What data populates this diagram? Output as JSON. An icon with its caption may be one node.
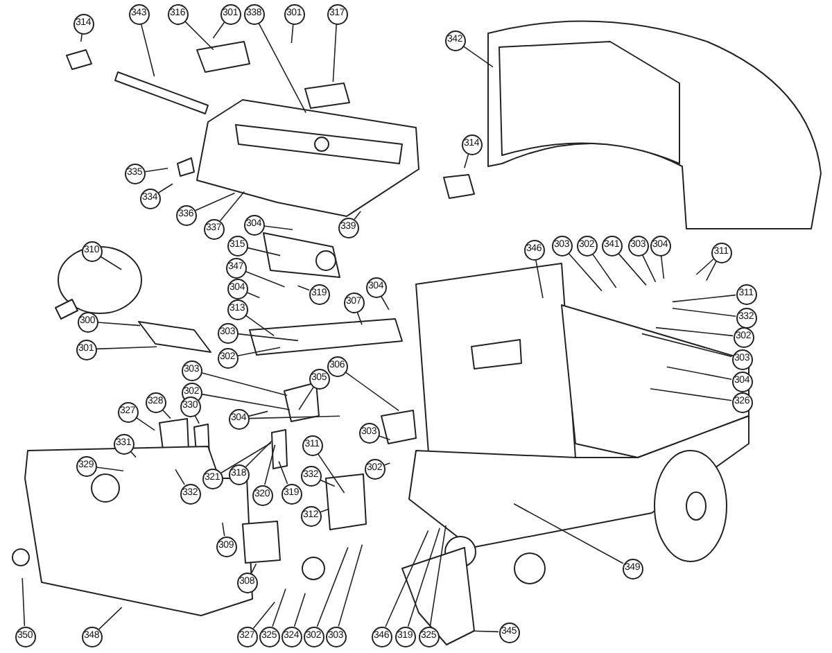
{
  "diagram": {
    "nodes": [
      {
        "text": [
          "314"
        ]
      },
      {
        "text": [
          "343"
        ]
      },
      {
        "text": [
          "316"
        ]
      },
      {
        "text": [
          "301"
        ]
      },
      {
        "text": [
          "338"
        ]
      },
      {
        "text": [
          "301"
        ]
      },
      {
        "text": [
          "317"
        ]
      },
      {
        "text": [
          "342"
        ]
      },
      {
        "text": [
          "314"
        ]
      },
      {
        "text": [
          "335"
        ]
      },
      {
        "text": [
          "334"
        ]
      },
      {
        "text": [
          "336"
        ]
      },
      {
        "text": [
          "337"
        ]
      },
      {
        "text": [
          "339"
        ]
      },
      {
        "text": [
          "304"
        ]
      },
      {
        "text": [
          "315"
        ]
      },
      {
        "text": [
          "310"
        ]
      },
      {
        "text": [
          "346"
        ]
      },
      {
        "text": [
          "303"
        ]
      },
      {
        "text": [
          "302"
        ]
      },
      {
        "text": [
          "341"
        ]
      },
      {
        "text": [
          "303"
        ]
      },
      {
        "text": [
          "304"
        ]
      },
      {
        "text": [
          "311"
        ]
      },
      {
        "text": [
          "347"
        ]
      },
      {
        "text": [
          "319"
        ]
      },
      {
        "text": [
          "304"
        ]
      },
      {
        "text": [
          "304"
        ]
      },
      {
        "text": [
          "311"
        ]
      },
      {
        "text": [
          "307"
        ]
      },
      {
        "text": [
          "332"
        ]
      },
      {
        "text": [
          "313"
        ]
      },
      {
        "text": [
          "300"
        ]
      },
      {
        "text": [
          "303"
        ]
      },
      {
        "text": [
          "302"
        ]
      },
      {
        "text": [
          "301"
        ]
      },
      {
        "text": [
          "302"
        ]
      },
      {
        "text": [
          "303"
        ]
      },
      {
        "text": [
          "306"
        ]
      },
      {
        "text": [
          "303"
        ]
      },
      {
        "text": [
          "305"
        ]
      },
      {
        "text": [
          "304"
        ]
      },
      {
        "text": [
          "302"
        ]
      },
      {
        "text": [
          "328"
        ]
      },
      {
        "text": [
          "330"
        ]
      },
      {
        "text": [
          "326"
        ]
      },
      {
        "text": [
          "327"
        ]
      },
      {
        "text": [
          "304"
        ]
      },
      {
        "text": [
          "303"
        ]
      },
      {
        "text": [
          "331"
        ]
      },
      {
        "text": [
          "311"
        ]
      },
      {
        "text": [
          "302"
        ]
      },
      {
        "text": [
          "329"
        ]
      },
      {
        "text": [
          "321"
        ]
      },
      {
        "text": [
          "318"
        ]
      },
      {
        "text": [
          "332"
        ]
      },
      {
        "text": [
          "320"
        ]
      },
      {
        "text": [
          "319"
        ]
      },
      {
        "text": [
          "332"
        ]
      },
      {
        "text": [
          "312"
        ]
      },
      {
        "text": [
          "309"
        ]
      },
      {
        "text": [
          "349"
        ]
      },
      {
        "text": [
          "308"
        ]
      },
      {
        "text": [
          "350"
        ]
      },
      {
        "text": [
          "348"
        ]
      },
      {
        "text": [
          "327"
        ]
      },
      {
        "text": [
          "325"
        ]
      },
      {
        "text": [
          "324"
        ]
      },
      {
        "text": [
          "302"
        ]
      },
      {
        "text": [
          "303"
        ]
      },
      {
        "text": [
          "346"
        ]
      },
      {
        "text": [
          "319"
        ]
      },
      {
        "text": [
          "325"
        ]
      },
      {
        "text": [
          "345"
        ]
      }
    ],
    "edges": [
      {
        "from": 0,
        "to": null,
        "arrow": "none"
      },
      {
        "from": 1,
        "to": null,
        "arrow": "none"
      },
      {
        "from": 2,
        "to": null,
        "arrow": "none"
      },
      {
        "from": 3,
        "to": null,
        "arrow": "none"
      },
      {
        "from": 4,
        "to": null,
        "arrow": "none"
      },
      {
        "from": 5,
        "to": null,
        "arrow": "none"
      },
      {
        "from": 6,
        "to": null,
        "arrow": "none"
      },
      {
        "from": 7,
        "to": null,
        "arrow": "none"
      },
      {
        "from": 8,
        "to": null,
        "arrow": "none"
      },
      {
        "from": 9,
        "to": null,
        "arrow": "none"
      },
      {
        "from": 10,
        "to": null,
        "arrow": "none"
      },
      {
        "from": 11,
        "to": null,
        "arrow": "none"
      },
      {
        "from": 12,
        "to": null,
        "arrow": "none"
      },
      {
        "from": 13,
        "to": null,
        "arrow": "none"
      },
      {
        "from": 14,
        "to": null,
        "arrow": "none"
      },
      {
        "from": 15,
        "to": null,
        "arrow": "none"
      },
      {
        "from": 16,
        "to": null,
        "arrow": "none"
      },
      {
        "from": 17,
        "to": null,
        "arrow": "none"
      },
      {
        "from": 18,
        "to": null,
        "arrow": "none"
      },
      {
        "from": 19,
        "to": null,
        "arrow": "none"
      },
      {
        "from": 20,
        "to": null,
        "arrow": "none"
      },
      {
        "from": 21,
        "to": null,
        "arrow": "none"
      },
      {
        "from": 22,
        "to": null,
        "arrow": "none"
      },
      {
        "from": 23,
        "to": null,
        "arrow": "none"
      },
      {
        "from": 23,
        "to": null,
        "arrow": "none"
      },
      {
        "from": 24,
        "to": null,
        "arrow": "none"
      },
      {
        "from": 25,
        "to": null,
        "arrow": "none"
      },
      {
        "from": 26,
        "to": null,
        "arrow": "none"
      },
      {
        "from": 27,
        "to": null,
        "arrow": "none"
      },
      {
        "from": 28,
        "to": null,
        "arrow": "none"
      },
      {
        "from": 29,
        "to": null,
        "arrow": "none"
      },
      {
        "from": 30,
        "to": null,
        "arrow": "none"
      },
      {
        "from": 31,
        "to": null,
        "arrow": "none"
      },
      {
        "from": 32,
        "to": null,
        "arrow": "none"
      },
      {
        "from": 33,
        "to": null,
        "arrow": "none"
      },
      {
        "from": 34,
        "to": null,
        "arrow": "none"
      },
      {
        "from": 35,
        "to": null,
        "arrow": "none"
      },
      {
        "from": 36,
        "to": null,
        "arrow": "none"
      },
      {
        "from": 37,
        "to": null,
        "arrow": "none"
      },
      {
        "from": 38,
        "to": null,
        "arrow": "none"
      },
      {
        "from": 39,
        "to": null,
        "arrow": "none"
      },
      {
        "from": 40,
        "to": null,
        "arrow": "none"
      },
      {
        "from": 41,
        "to": null,
        "arrow": "none"
      },
      {
        "from": 42,
        "to": null,
        "arrow": "none"
      },
      {
        "from": 43,
        "to": null,
        "arrow": "none"
      },
      {
        "from": 44,
        "to": null,
        "arrow": "none"
      },
      {
        "from": 45,
        "to": null,
        "arrow": "none"
      },
      {
        "from": 46,
        "to": null,
        "arrow": "none"
      },
      {
        "from": 47,
        "to": null,
        "arrow": "none"
      },
      {
        "from": 47,
        "to": null,
        "arrow": "none"
      },
      {
        "from": 48,
        "to": null,
        "arrow": "none"
      },
      {
        "from": 49,
        "to": null,
        "arrow": "none"
      },
      {
        "from": 50,
        "to": null,
        "arrow": "none"
      },
      {
        "from": 51,
        "to": null,
        "arrow": "none"
      },
      {
        "from": 52,
        "to": null,
        "arrow": "none"
      },
      {
        "from": 53,
        "to": null,
        "arrow": "none"
      },
      {
        "from": 54,
        "to": null,
        "arrow": "none"
      },
      {
        "from": 55,
        "to": null,
        "arrow": "none"
      },
      {
        "from": 56,
        "to": null,
        "arrow": "none"
      },
      {
        "from": 57,
        "to": null,
        "arrow": "none"
      },
      {
        "from": 58,
        "to": null,
        "arrow": "none"
      },
      {
        "from": 59,
        "to": null,
        "arrow": "none"
      },
      {
        "from": 60,
        "to": null,
        "arrow": "none"
      },
      {
        "from": 61,
        "to": null,
        "arrow": "none"
      },
      {
        "from": 62,
        "to": null,
        "arrow": "none"
      },
      {
        "from": 63,
        "to": null,
        "arrow": "none"
      },
      {
        "from": 64,
        "to": null,
        "arrow": "none"
      },
      {
        "from": 65,
        "to": null,
        "arrow": "none"
      },
      {
        "from": 66,
        "to": null,
        "arrow": "none"
      },
      {
        "from": 67,
        "to": null,
        "arrow": "none"
      },
      {
        "from": 68,
        "to": null,
        "arrow": "none"
      },
      {
        "from": 69,
        "to": null,
        "arrow": "none"
      },
      {
        "from": 70,
        "to": null,
        "arrow": "none"
      },
      {
        "from": 71,
        "to": null,
        "arrow": "none"
      },
      {
        "from": 72,
        "to": null,
        "arrow": "none"
      },
      {
        "from": 73,
        "to": null,
        "arrow": "none"
      }
    ]
  }
}
